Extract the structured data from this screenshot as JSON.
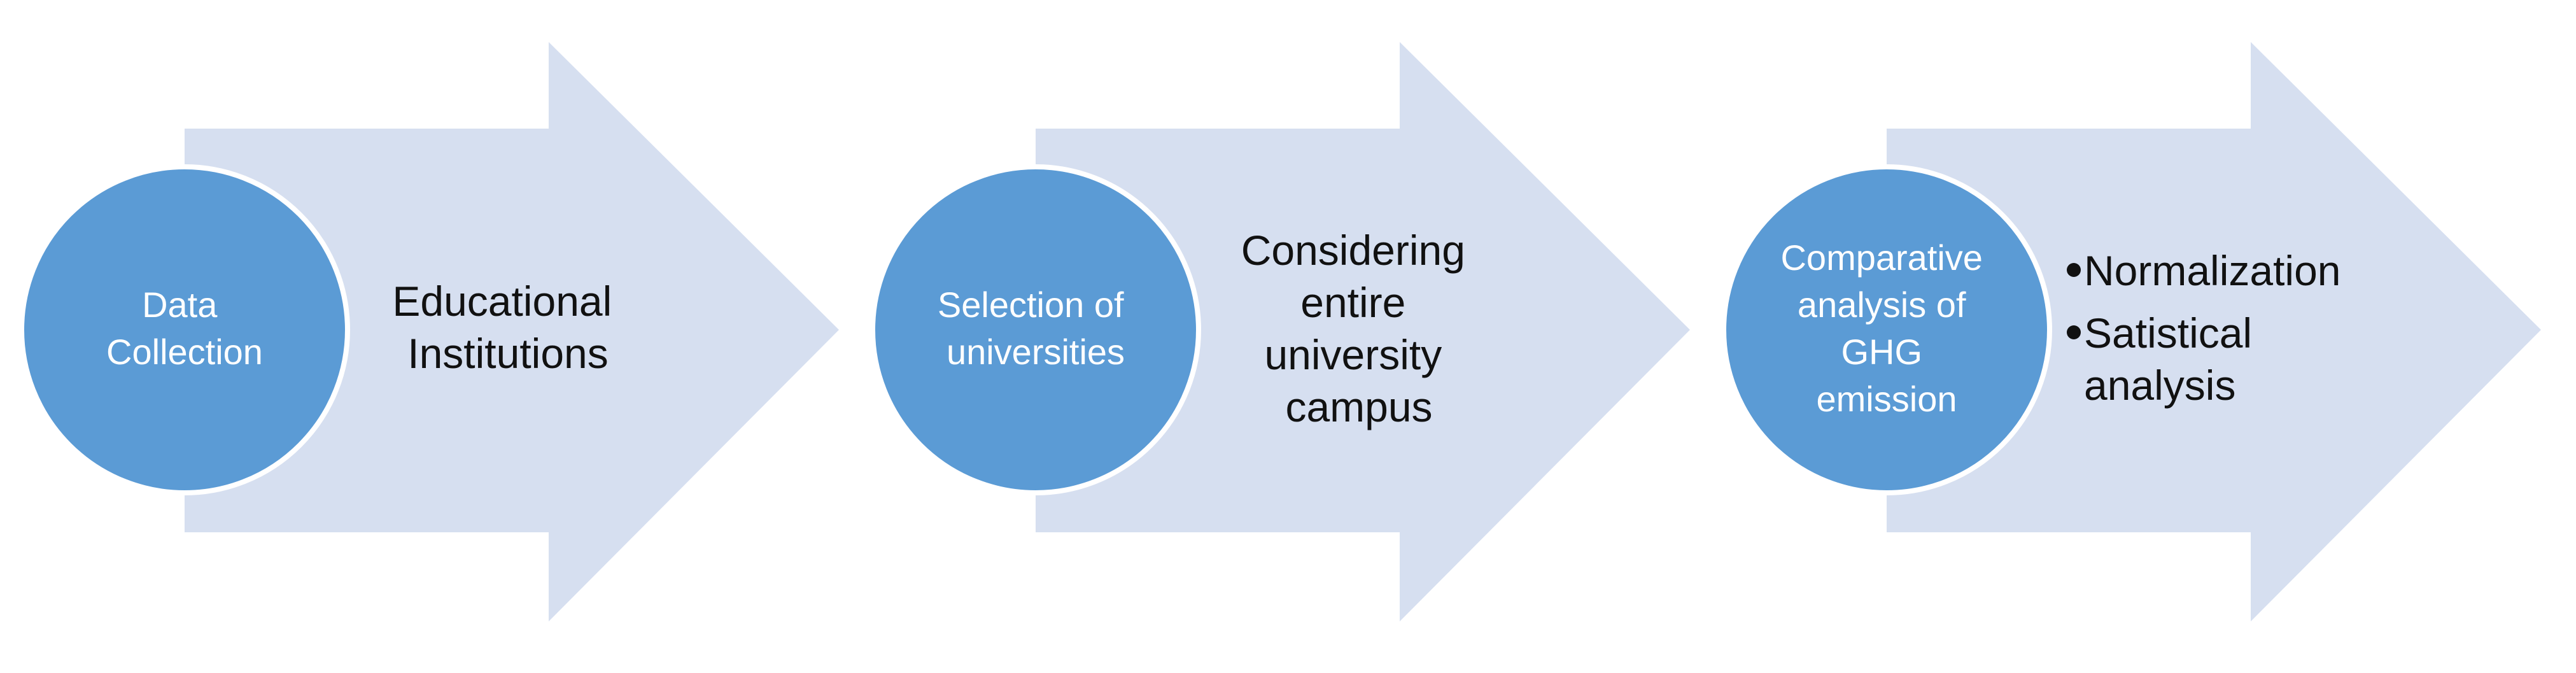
{
  "steps": [
    {
      "circle_lines": [
        "Data",
        "Collection"
      ],
      "text_lines": [
        "Educational",
        "Institutions"
      ]
    },
    {
      "circle_lines": [
        "Selection of",
        "universities"
      ],
      "text_lines": [
        "Considering",
        "entire",
        "university",
        "campus"
      ]
    },
    {
      "circle_lines": [
        "Comparative",
        "analysis of",
        "GHG",
        "emission"
      ],
      "bullets": [
        [
          "Normalization"
        ],
        [
          "Satistical",
          "analysis"
        ]
      ]
    }
  ],
  "colors": {
    "arrow": "#d6dff0",
    "circle": "#5b9bd5",
    "circle_text": "#ffffff",
    "body_text": "#111111"
  }
}
